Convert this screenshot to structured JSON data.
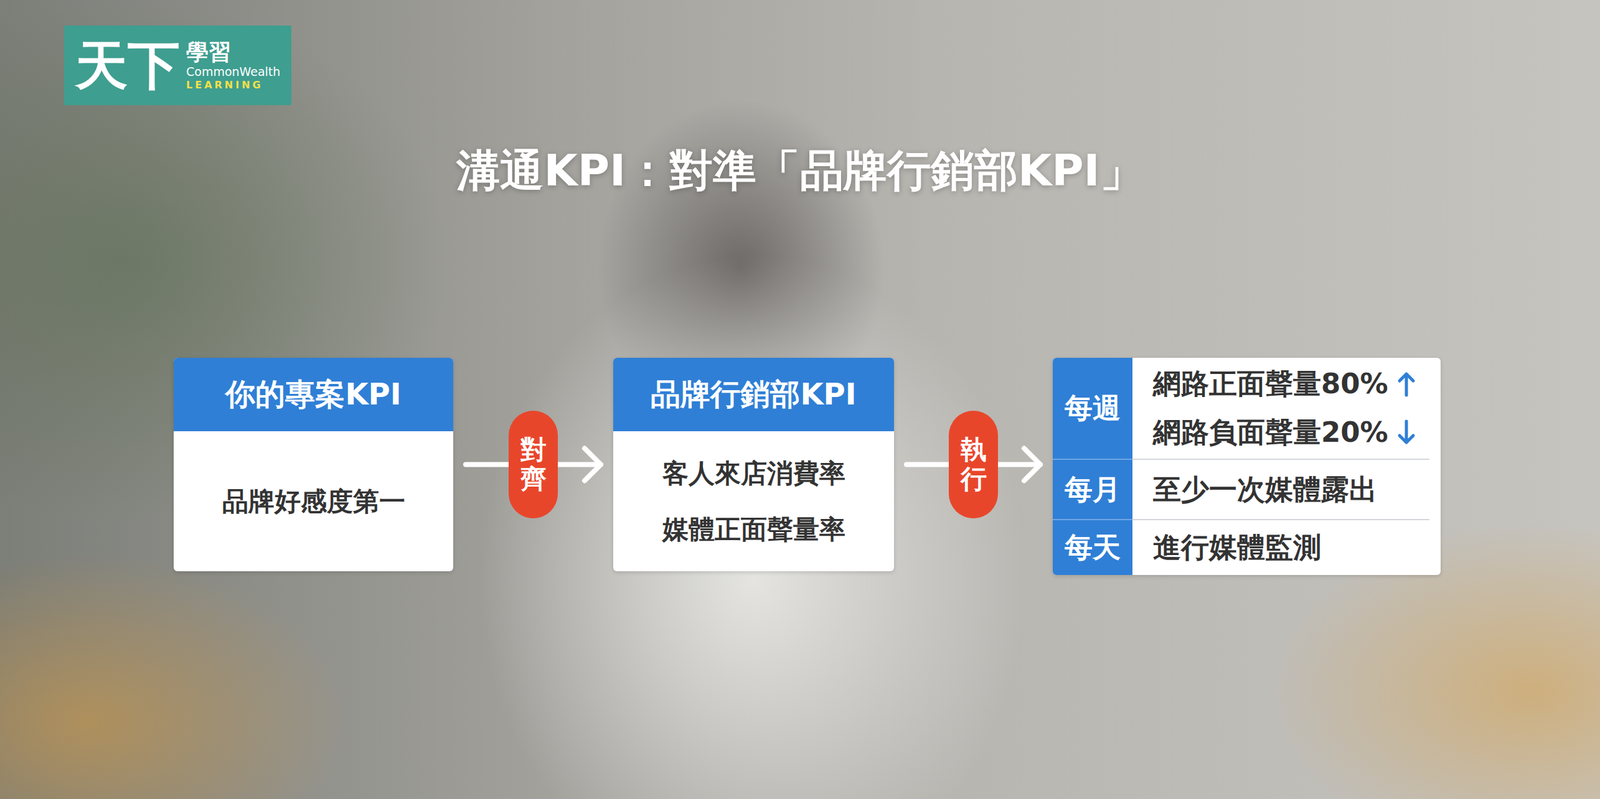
{
  "diagram": {
    "title": "溝通KPI：對準「品牌行銷部KPI」",
    "nodes": [
      {
        "text": [
          "天下",
          "學習",
          "CommonWealth",
          "LEARNING"
        ]
      },
      {
        "text": [
          "你的專案KPI",
          "品牌好感度第一"
        ]
      },
      {
        "text": [
          "品牌行銷部KPI",
          "客人來店消費率",
          "媒體正面聲量率"
        ]
      },
      {
        "text": [
          "每週",
          "網路正面聲量80%",
          "網路負面聲量20%",
          "每月",
          "至少一次媒體露出",
          "每天",
          "進行媒體監測"
        ]
      }
    ],
    "edges": [
      {
        "from": 1,
        "to": 2,
        "arrow": "to",
        "label": "對齊"
      },
      {
        "from": 2,
        "to": 3,
        "arrow": "to",
        "label": "執行"
      }
    ]
  }
}
